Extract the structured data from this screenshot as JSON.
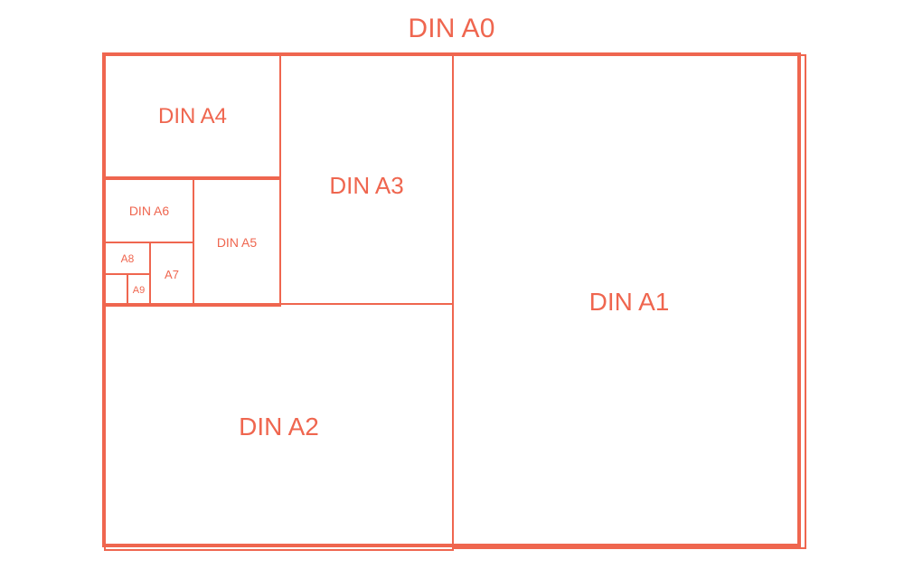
{
  "diagram": {
    "title": "DIN A0",
    "accent_color": "#ef664f",
    "background_color": "#ffffff",
    "sheets": [
      {
        "id": "a0",
        "label": "DIN A0"
      },
      {
        "id": "a1",
        "label": "DIN A1"
      },
      {
        "id": "a2",
        "label": "DIN A2"
      },
      {
        "id": "a3",
        "label": "DIN A3"
      },
      {
        "id": "a4",
        "label": "DIN A4"
      },
      {
        "id": "a5",
        "label": "DIN A5"
      },
      {
        "id": "a6",
        "label": "DIN A6"
      },
      {
        "id": "a7",
        "label": "A7"
      },
      {
        "id": "a8",
        "label": "A8"
      },
      {
        "id": "a9",
        "label": "A9"
      }
    ]
  }
}
